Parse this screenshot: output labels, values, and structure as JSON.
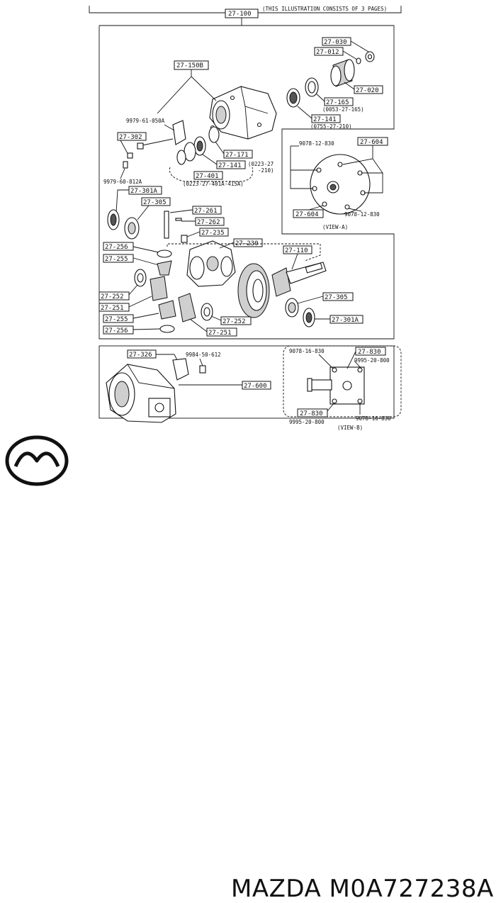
{
  "header": {
    "note": "(THIS ILLUSTRATION CONSISTS OF 3 PAGES)",
    "main_code": "27-100"
  },
  "labels": {
    "l_27_030": "27-030",
    "l_27_012": "27-012",
    "l_27_020": "27-020",
    "l_27_165": "27-165",
    "l_27_165_note": "(0053-27-165)",
    "l_27_141a": "27-141",
    "l_27_141a_note": "(0755-27-210)",
    "l_27_150b": "27-150B",
    "l_9979_61_050a": "9979-61-050A",
    "l_27_302": "27-302",
    "l_27_171": "27-171",
    "l_27_141b": "27-141",
    "l_0223_note_1": "(0223-27",
    "l_0223_note_2": "-210)",
    "l_27_401": "27-401",
    "l_27_401_note": "(0223-27-401A-415A)",
    "l_9979_60_812a": "9979-60-812A",
    "l_27_301a_top": "27-301A",
    "l_27_305_top": "27-305",
    "l_27_261": "27-261",
    "l_27_262": "27-262",
    "l_27_235": "27-235",
    "l_27_256_top": "27-256",
    "l_27_230": "27-230",
    "l_27_110": "27-110",
    "l_27_255_top": "27-255",
    "l_27_252_left": "27-252",
    "l_27_251_left": "27-251",
    "l_27_305_bot": "27-305",
    "l_27_255_bot": "27-255",
    "l_27_252_mid": "27-252",
    "l_27_301a_bot": "27-301A",
    "l_27_256_bot": "27-256",
    "l_27_251_mid": "27-251",
    "l_9078_12_830_top": "9078-12-830",
    "l_27_604_top": "27-604",
    "l_27_604_bot": "27-604",
    "l_9078_12_830_bot": "9078-12-830",
    "l_view_a": "(VIEW-A)",
    "l_27_326": "27-326",
    "l_9984_50_612": "9984-50-612",
    "l_27_600": "27-600",
    "l_9078_16_830_top": "9078-16-830",
    "l_27_830_top": "27-830",
    "l_9995_20_800_top": "9995-20-800",
    "l_27_830_bot": "27-830",
    "l_9078_16_830_bot": "9078-16-830",
    "l_9995_20_800_bot": "9995-20-800",
    "l_view_b": "(VIEW-B)"
  },
  "footer": {
    "brand_text": "MAZDA M0A727238A",
    "logo_icon": "mazda-logo-icon"
  }
}
